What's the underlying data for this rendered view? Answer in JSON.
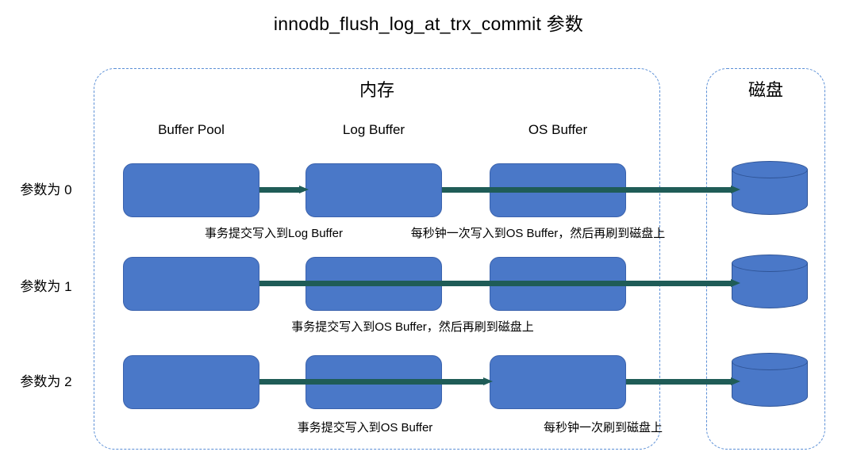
{
  "title": "innodb_flush_log_at_trx_commit 参数",
  "zones": {
    "memory_label": "内存",
    "disk_label": "磁盘"
  },
  "columns": [
    {
      "label": "Buffer Pool"
    },
    {
      "label": "Log Buffer"
    },
    {
      "label": "OS Buffer"
    }
  ],
  "rows": [
    {
      "label": "参数为 0",
      "captions": [
        "事务提交写入到Log Buffer",
        "每秒钟一次写入到OS Buffer，然后再刷到磁盘上"
      ]
    },
    {
      "label": "参数为 1",
      "captions": [
        "事务提交写入到OS Buffer，然后再刷到磁盘上"
      ]
    },
    {
      "label": "参数为 2",
      "captions": [
        "事务提交写入到OS Buffer",
        "每秒钟一次刷到磁盘上"
      ]
    }
  ],
  "colors": {
    "box_fill": "#4a78c8",
    "box_stroke": "#3a62ad",
    "arrow": "#1f5c57",
    "zone_dash": "#5b8fd6",
    "text": "#000000"
  }
}
